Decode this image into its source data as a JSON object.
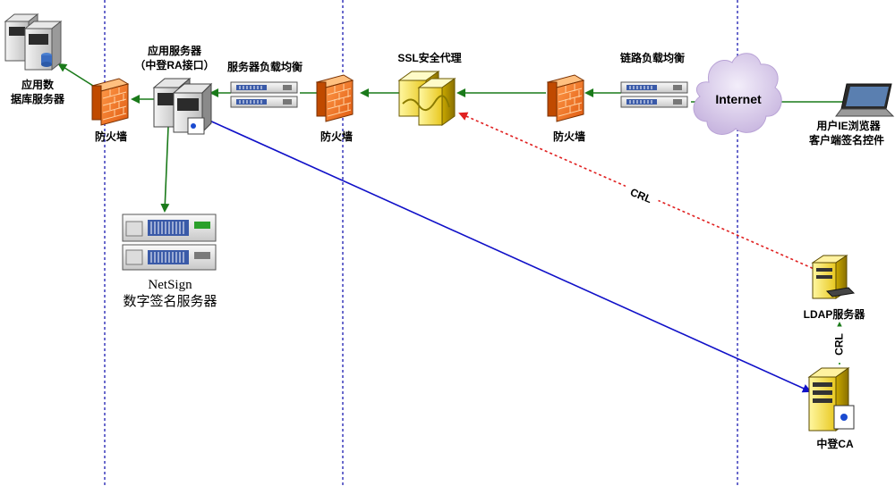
{
  "zones": {
    "divider_color": "#1a1ab0"
  },
  "nodes": {
    "app_db": {
      "label_line1": "应用数",
      "label_line2": "据库服务器"
    },
    "firewall_left": {
      "label": "防火墙"
    },
    "app_server": {
      "label_line1": "应用服务器",
      "label_line2": "（中登RA接口）"
    },
    "server_lb": {
      "label": "服务器负载均衡"
    },
    "firewall_mid": {
      "label": "防火墙"
    },
    "ssl_proxy": {
      "label": "SSL安全代理"
    },
    "firewall_right": {
      "label": "防火墙"
    },
    "link_lb": {
      "label": "链路负载均衡"
    },
    "internet": {
      "label": "Internet"
    },
    "user_pc": {
      "label_line1": "用户IE浏览器",
      "label_line2": "客户端签名控件"
    },
    "netsign": {
      "label_line1": "NetSign",
      "label_line2": "数字签名服务器"
    },
    "ldap": {
      "label": "LDAP服务器"
    },
    "ca": {
      "label": "中登CA"
    }
  },
  "edges": {
    "crl_dashed": {
      "label": "CRL",
      "color": "#e02020"
    },
    "crl_ldap": {
      "label": "CRL",
      "color": "#1a8a1a"
    },
    "flow_color": "#1a7a1a",
    "ca_link_color": "#1010c8"
  }
}
